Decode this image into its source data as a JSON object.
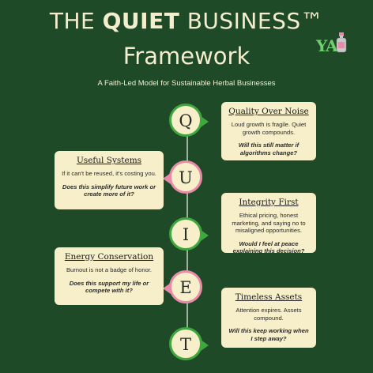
{
  "header": {
    "title_prefix": "THE ",
    "title_bold": "QUIET",
    "title_suffix": " BUSINESS™",
    "title_line2": "Framework",
    "subtitle": "A Faith-Led Model for Sustainable Herbal Businesses",
    "logo_text": "YA"
  },
  "colors": {
    "background": "#1f4a27",
    "card": "#f6efc9",
    "green_ring": "#3ea83f",
    "pink_ring": "#e98aa9",
    "title_text": "#f4eecf"
  },
  "pillars": [
    {
      "letter": "Q",
      "title": "Quality Over Noise",
      "body": "Loud growth is fragile. Quiet growth compounds.",
      "question": "Will this still matter if algorithms change?"
    },
    {
      "letter": "U",
      "title": "Useful Systems",
      "body": "If it can't be reused, it's costing you.",
      "question": "Does this simplify future work or create more of it?"
    },
    {
      "letter": "I",
      "title": "Integrity First",
      "body": "Ethical pricing, honest marketing, and saying no to misaligned opportunities.",
      "question": "Would I feel at peace explaining this decision?"
    },
    {
      "letter": "E",
      "title": "Energy Conservation",
      "body": "Burnout is not a badge of honor.",
      "question": "Does this support my life or compete with it?"
    },
    {
      "letter": "T",
      "title": "Timeless Assets",
      "body": "Attention expires. Assets compound.",
      "question": "Will this keep working when I step away?"
    }
  ]
}
